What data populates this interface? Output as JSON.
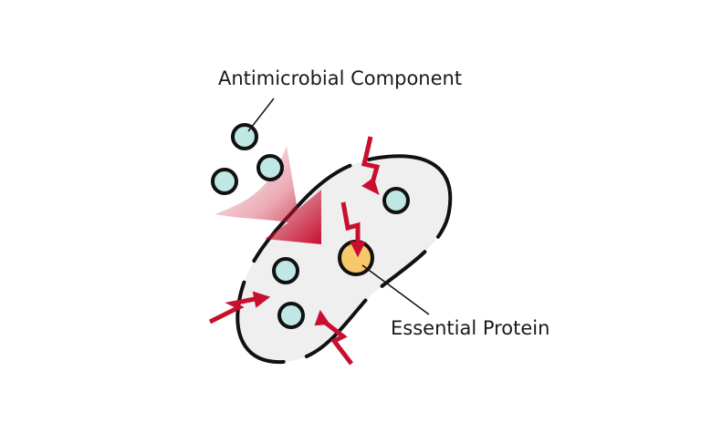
{
  "labels": {
    "antimicrobial": "Antimicrobial Component",
    "protein": "Essential Protein"
  },
  "colors": {
    "particle_fill": "#bfe8e4",
    "protein_fill": "#f7c96a",
    "cell_fill": "#efefef",
    "accent": "#c8102e",
    "outline": "#111111"
  },
  "icons": {
    "particle": "circle",
    "attack": "lightning-bolt-arrow",
    "entry": "gradient-arrow"
  }
}
